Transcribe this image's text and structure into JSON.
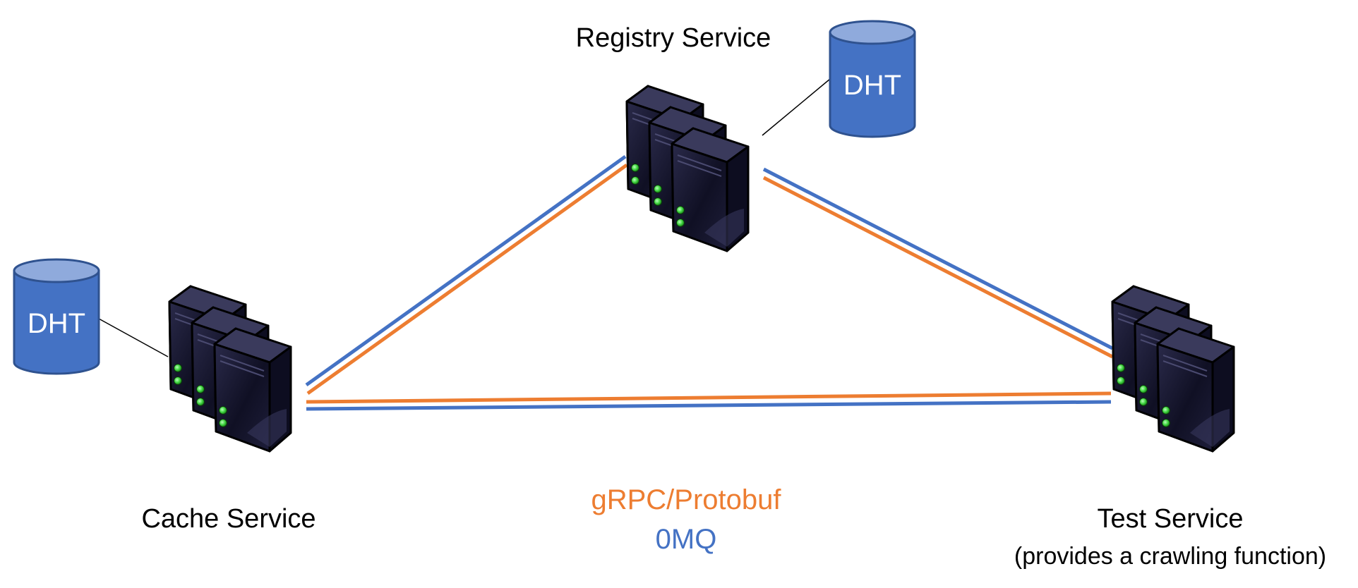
{
  "colors": {
    "grpc": "#ED7D31",
    "zeromq": "#4472C4",
    "db_fill": "#4472C4",
    "db_top": "#8FAADC",
    "db_stroke": "#2F528F",
    "server_body": "#14142B",
    "led": "#3CD23C"
  },
  "services": {
    "registry": {
      "label": "Registry Service",
      "icon": "server-stack-icon"
    },
    "cache": {
      "label": "Cache Service",
      "icon": "server-stack-icon"
    },
    "test": {
      "label": "Test Service",
      "sublabel": "(provides a crawling function)",
      "icon": "server-stack-icon"
    }
  },
  "databases": {
    "registry_db": {
      "label": "DHT",
      "icon": "database-cylinder-icon"
    },
    "cache_db": {
      "label": "DHT",
      "icon": "database-cylinder-icon"
    }
  },
  "connections": [
    {
      "from": "cache",
      "to": "registry",
      "protocols": [
        "gRPC/Protobuf",
        "0MQ"
      ]
    },
    {
      "from": "registry",
      "to": "test",
      "protocols": [
        "gRPC/Protobuf",
        "0MQ"
      ]
    },
    {
      "from": "cache",
      "to": "test",
      "protocols": [
        "gRPC/Protobuf",
        "0MQ"
      ]
    }
  ],
  "legend": {
    "grpc": "gRPC/Protobuf",
    "zeromq": "0MQ"
  }
}
